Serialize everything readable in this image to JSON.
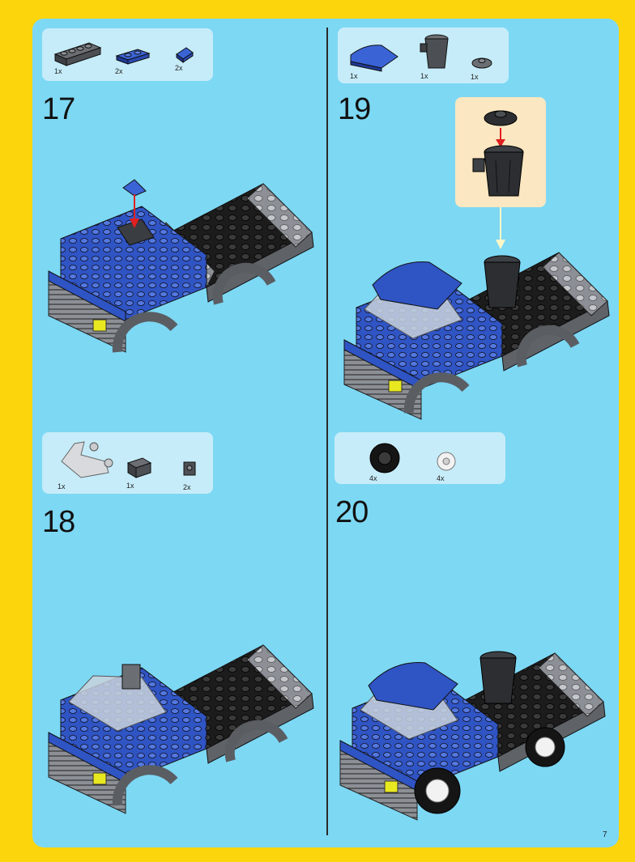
{
  "page": {
    "number": "7"
  },
  "steps": [
    {
      "number": "17",
      "parts": [
        {
          "qty": "1x",
          "name": "dark-gray-brick-1x4"
        },
        {
          "qty": "2x",
          "name": "blue-plate-1x2"
        },
        {
          "qty": "2x",
          "name": "blue-slope"
        }
      ]
    },
    {
      "number": "18",
      "parts": [
        {
          "qty": "1x",
          "name": "trans-clear-windscreen"
        },
        {
          "qty": "1x",
          "name": "dark-gray-slope"
        },
        {
          "qty": "2x",
          "name": "dark-gray-bracket"
        }
      ]
    },
    {
      "number": "19",
      "parts": [
        {
          "qty": "1x",
          "name": "blue-curved-slope"
        },
        {
          "qty": "1x",
          "name": "dark-gray-trash-can"
        },
        {
          "qty": "1x",
          "name": "dark-gray-round-plate"
        }
      ]
    },
    {
      "number": "20",
      "parts": [
        {
          "qty": "4x",
          "name": "black-tire"
        },
        {
          "qty": "4x",
          "name": "white-wheel-rim"
        }
      ]
    }
  ],
  "colors": {
    "border": "#fcd50c",
    "background": "#7dd8f4",
    "parts_box": "#c6ecf9",
    "callout": "#fbe7c1",
    "arrow": "#e02020",
    "brick_blue": "#2f54c4",
    "brick_dark": "#2b2b2b",
    "brick_gray": "#8c9096"
  }
}
